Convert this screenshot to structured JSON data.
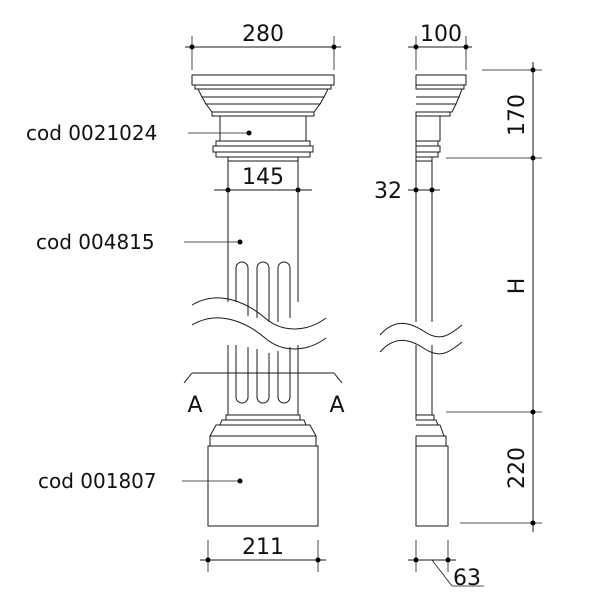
{
  "front": {
    "dim_top_width": "280",
    "dim_neck_width": "145",
    "dim_base_width": "211",
    "section_left": "A",
    "section_right": "A",
    "code_capital": "cod 0021024",
    "code_shaft": "cod 004815",
    "code_base": "cod 001807"
  },
  "side": {
    "dim_top_depth": "100",
    "dim_shaft": "32",
    "dim_base_depth": "63",
    "dim_capital_height": "170",
    "dim_shaft_height": "H",
    "dim_base_height": "220"
  },
  "colors": {
    "line": "#1a1a1a",
    "text": "#111111",
    "background": "#ffffff"
  }
}
